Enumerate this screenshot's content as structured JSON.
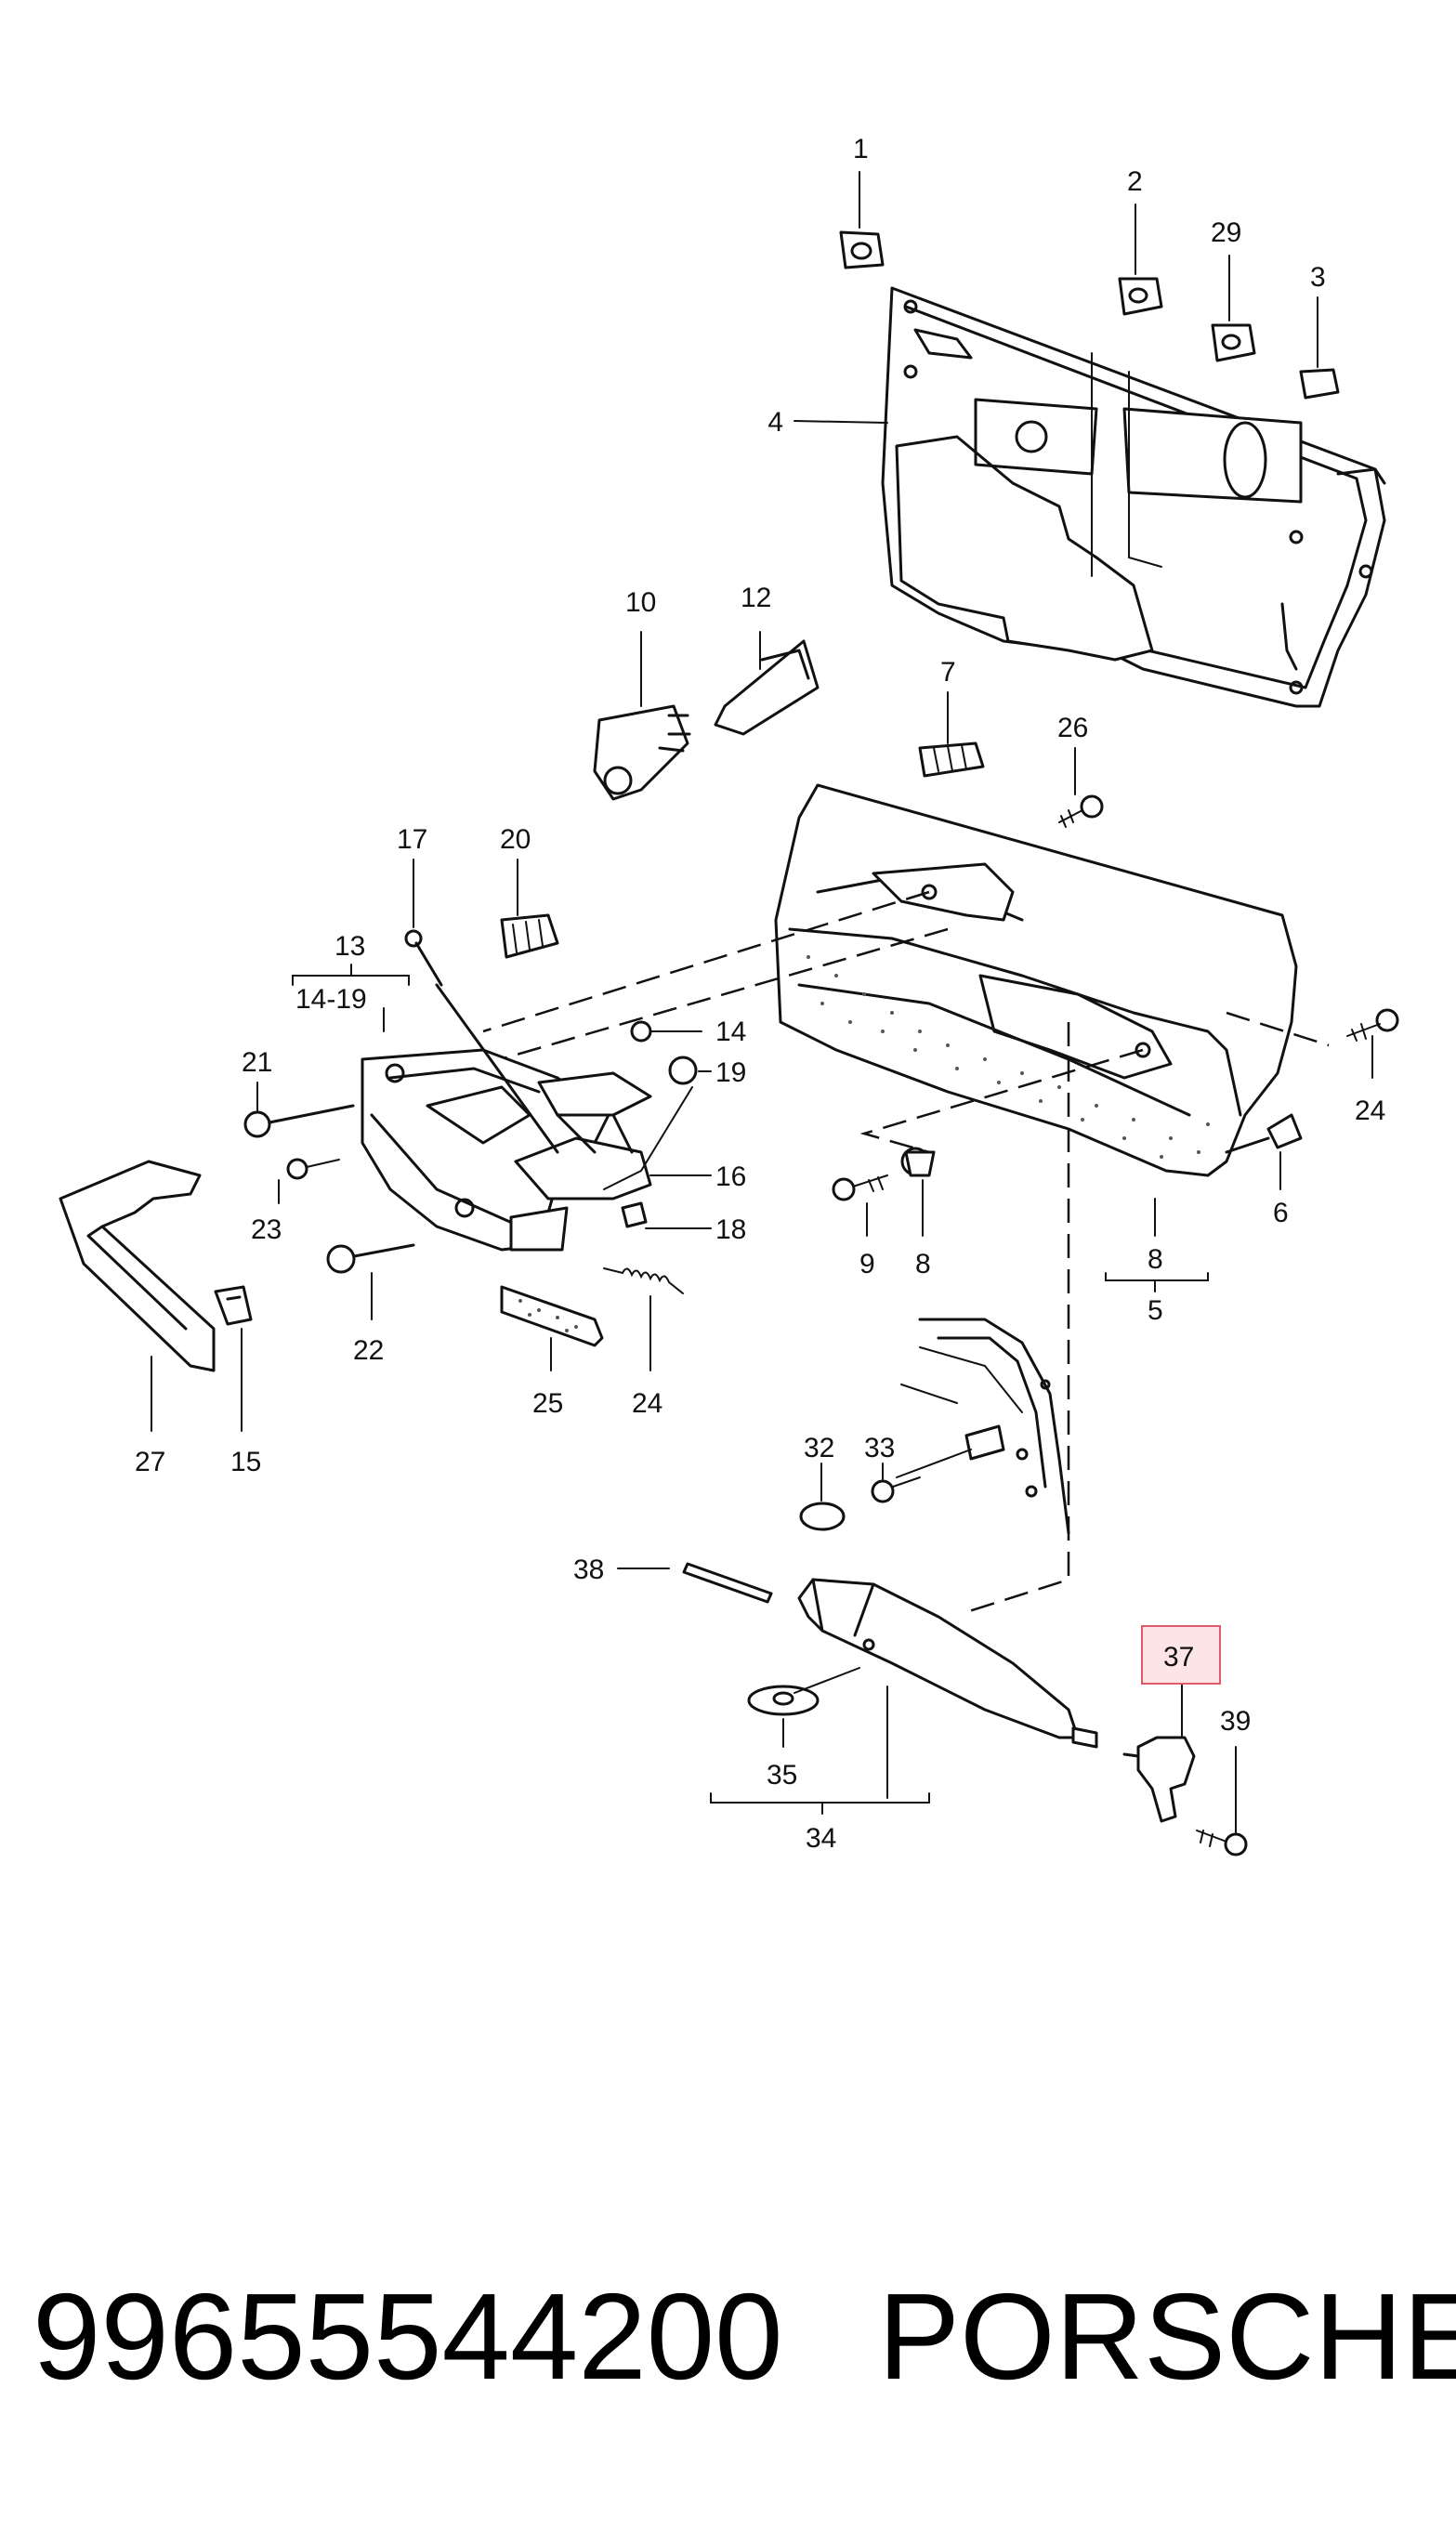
{
  "diagram": {
    "callouts": [
      {
        "id": "c1",
        "text": "1"
      },
      {
        "id": "c2",
        "text": "2"
      },
      {
        "id": "c29",
        "text": "29"
      },
      {
        "id": "c3",
        "text": "3"
      },
      {
        "id": "c4",
        "text": "4"
      },
      {
        "id": "c10",
        "text": "10"
      },
      {
        "id": "c12",
        "text": "12"
      },
      {
        "id": "c7",
        "text": "7"
      },
      {
        "id": "c26",
        "text": "26"
      },
      {
        "id": "c17",
        "text": "17"
      },
      {
        "id": "c20",
        "text": "20"
      },
      {
        "id": "c13",
        "text": "13"
      },
      {
        "id": "c14-19",
        "text": "14-19"
      },
      {
        "id": "c14",
        "text": "14"
      },
      {
        "id": "c19",
        "text": "19"
      },
      {
        "id": "c21",
        "text": "21"
      },
      {
        "id": "c16",
        "text": "16"
      },
      {
        "id": "c18",
        "text": "18"
      },
      {
        "id": "c23",
        "text": "23"
      },
      {
        "id": "c22",
        "text": "22"
      },
      {
        "id": "c24a",
        "text": "24"
      },
      {
        "id": "c24b",
        "text": "24"
      },
      {
        "id": "c25",
        "text": "25"
      },
      {
        "id": "c27",
        "text": "27"
      },
      {
        "id": "c15",
        "text": "15"
      },
      {
        "id": "c9",
        "text": "9"
      },
      {
        "id": "c8a",
        "text": "8"
      },
      {
        "id": "c8b",
        "text": "8"
      },
      {
        "id": "c5",
        "text": "5"
      },
      {
        "id": "c6",
        "text": "6"
      },
      {
        "id": "c32",
        "text": "32"
      },
      {
        "id": "c33",
        "text": "33"
      },
      {
        "id": "c38",
        "text": "38"
      },
      {
        "id": "c37",
        "text": "37"
      },
      {
        "id": "c39",
        "text": "39"
      },
      {
        "id": "c35",
        "text": "35"
      },
      {
        "id": "c34",
        "text": "34"
      }
    ],
    "highlight": {
      "callout": "37",
      "color": "#e05a6a",
      "fill": "#fde4e7"
    }
  },
  "footer": {
    "part_number": "99655544200",
    "brand": "PORSCHE"
  }
}
